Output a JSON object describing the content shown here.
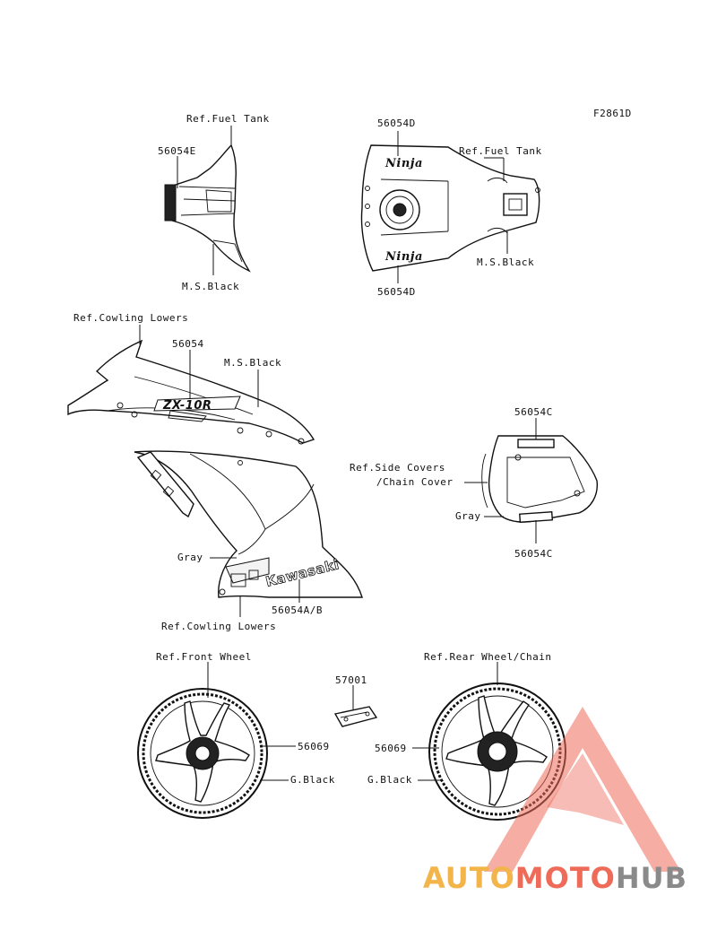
{
  "figure_code": "F2861D",
  "labels": {
    "top_left_ref": "Ref.Fuel Tank",
    "top_left_part": "56054E",
    "top_left_color": "M.S.Black",
    "tank_top_part": "56054D",
    "tank_ref": "Ref.Fuel Tank",
    "tank_color": "M.S.Black",
    "tank_bottom_part": "56054D",
    "cowl_ref_top": "Ref.Cowling Lowers",
    "cowl_upper_part": "56054",
    "cowl_upper_color": "M.S.Black",
    "side_cover_part_top": "56054C",
    "side_cover_ref_1": "Ref.Side Covers",
    "side_cover_ref_2": "/Chain Cover",
    "side_cover_color": "Gray",
    "side_cover_part_bottom": "56054C",
    "cowl_lower_color": "Gray",
    "cowl_lower_part": "56054A/B",
    "cowl_ref_bottom": "Ref.Cowling Lowers",
    "front_wheel_ref": "Ref.Front Wheel",
    "rear_wheel_ref": "Ref.Rear Wheel/Chain",
    "small_part": "57001",
    "front_wheel_part": "56069",
    "front_wheel_color": "G.Black",
    "rear_wheel_part": "56069",
    "rear_wheel_color": "G.Black"
  },
  "decals": {
    "cowl_text": "ZX-10R",
    "lower_text": "Kawasaki",
    "tank_text_top": "Ninja",
    "tank_text_bottom": "Ninja"
  },
  "watermark": {
    "part1": "AUTO",
    "part2": "MOTO",
    "part3": "HUB",
    "color1": "#f3b44a",
    "color2": "#ee6b5a",
    "color3": "#8a8a8a"
  }
}
